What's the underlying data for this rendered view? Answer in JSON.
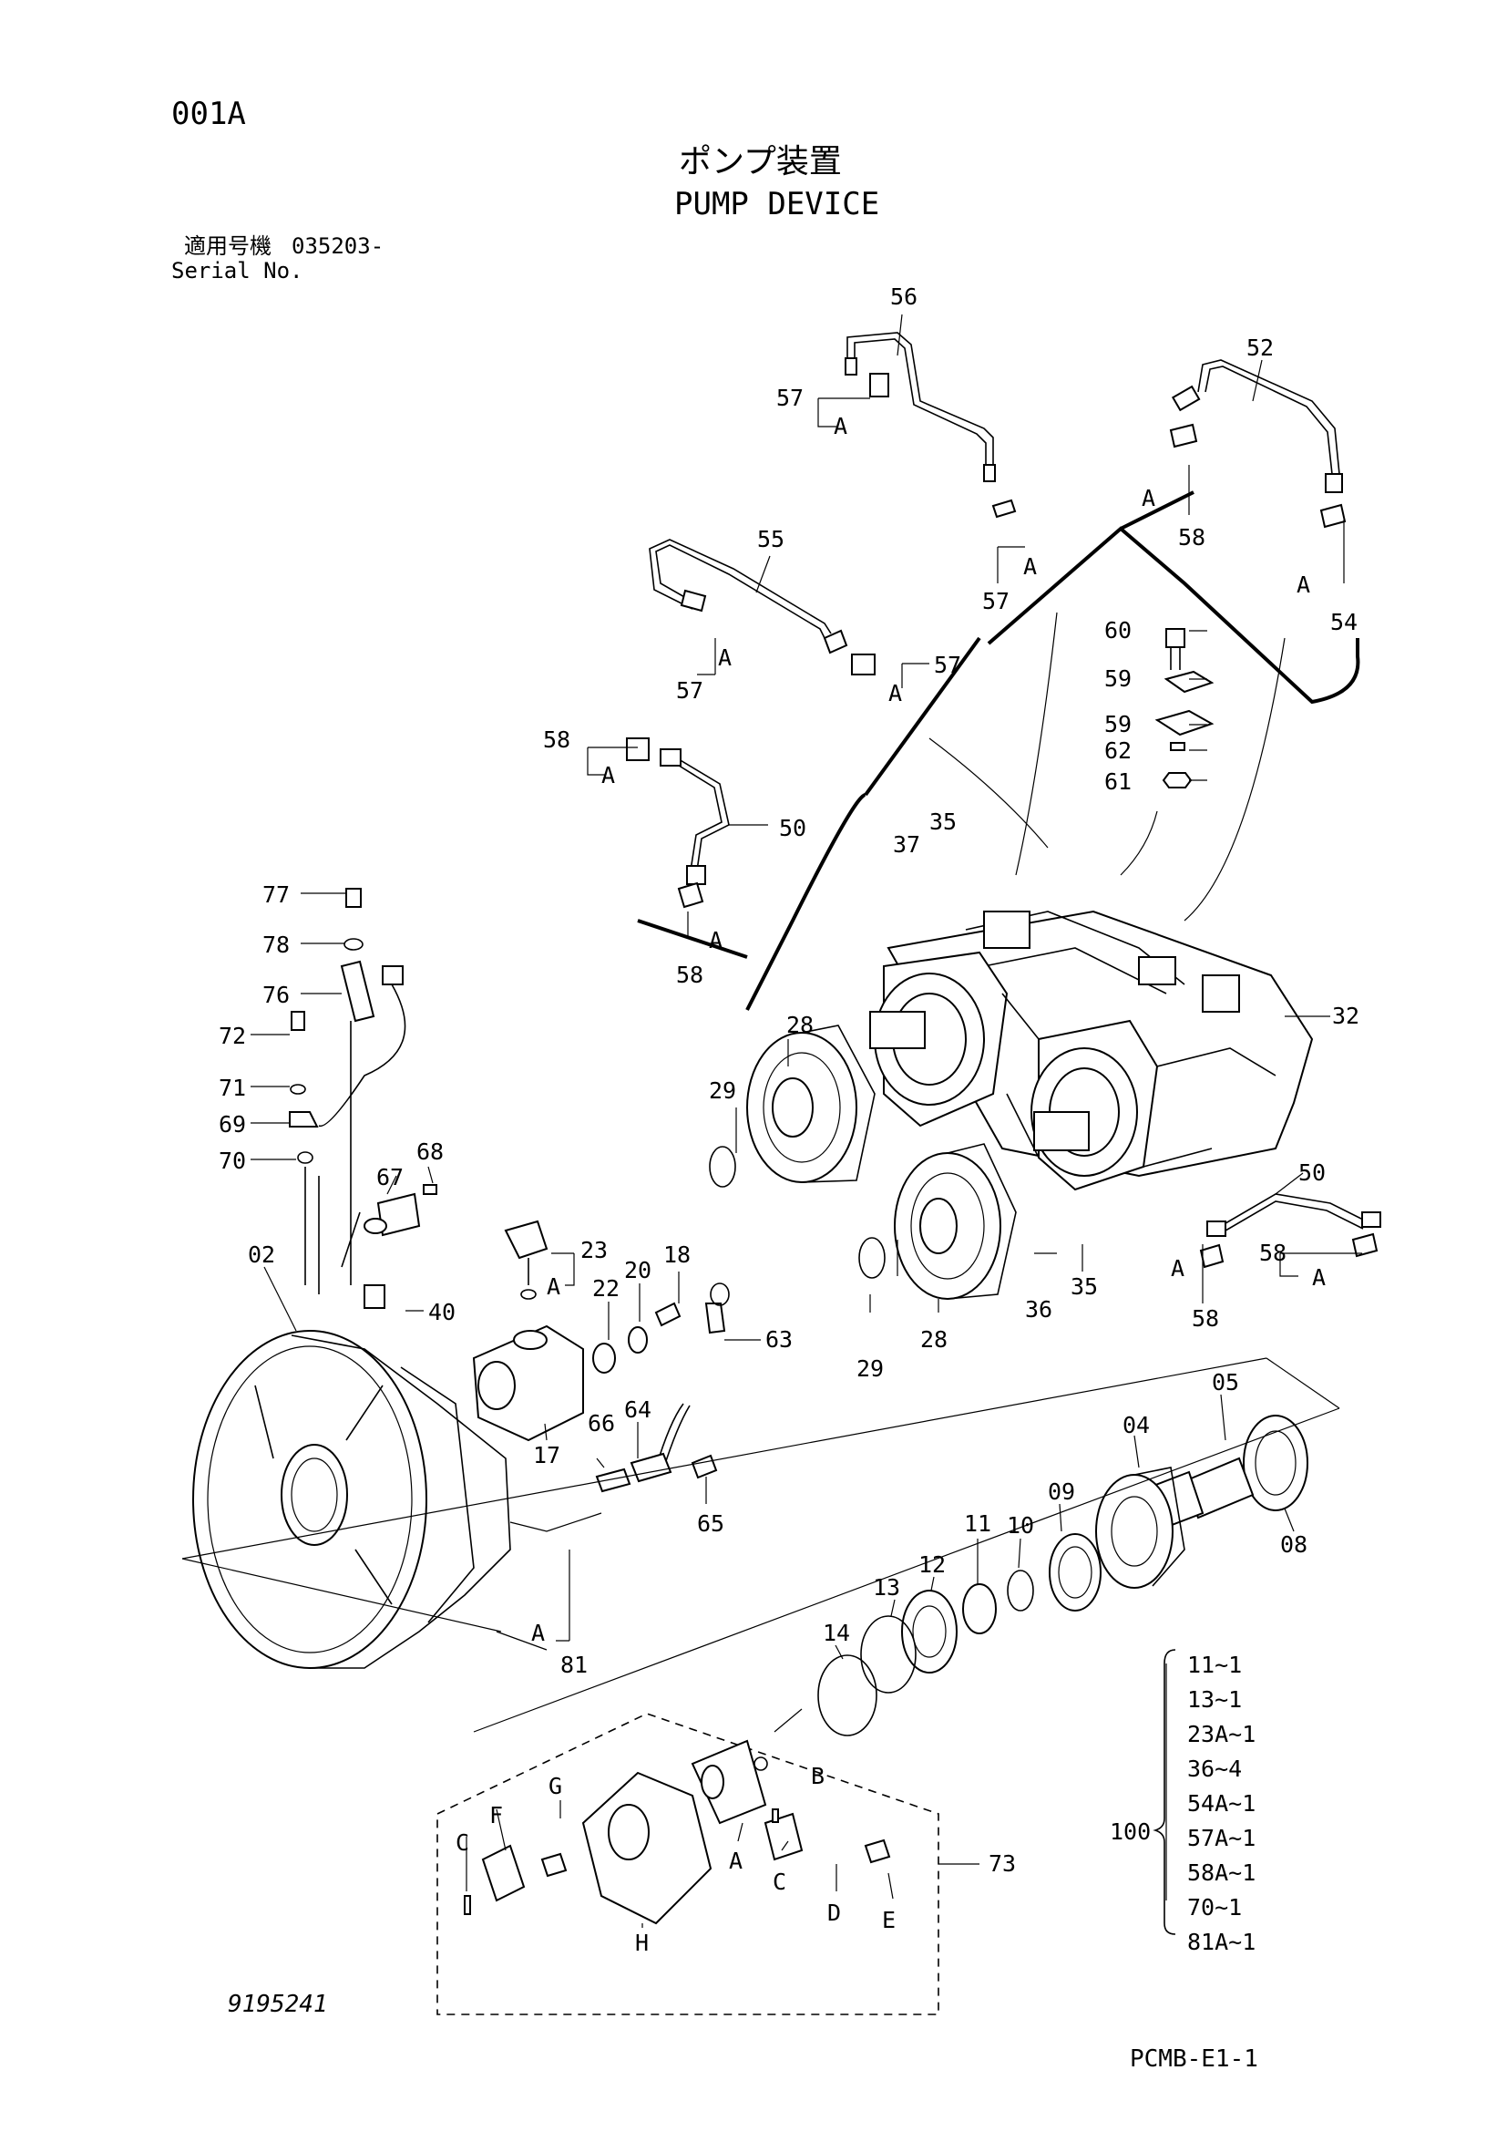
{
  "header": {
    "page_code": "001A",
    "title_jp": "ポンプ装置",
    "title_en": "PUMP DEVICE",
    "serial_label_jp": "適用号機",
    "serial_label_en": "Serial No.",
    "serial_value": "035203-"
  },
  "footer": {
    "drawing_number": "9195241",
    "page_ref": "PCMB-E1-1"
  },
  "callouts": {
    "n02": "02",
    "n04": "04",
    "n05": "05",
    "n08": "08",
    "n09": "09",
    "n10": "10",
    "n11": "11",
    "n12": "12",
    "n13": "13",
    "n14": "14",
    "n17": "17",
    "n18": "18",
    "n20": "20",
    "n22": "22",
    "n23": "23",
    "n28": "28",
    "n29": "29",
    "n32": "32",
    "n35": "35",
    "n36": "36",
    "n37": "37",
    "n40": "40",
    "n50": "50",
    "n52": "52",
    "n54": "54",
    "n55": "55",
    "n56": "56",
    "n57": "57",
    "n58": "58",
    "n59": "59",
    "n60": "60",
    "n61": "61",
    "n62": "62",
    "n63": "63",
    "n64": "64",
    "n65": "65",
    "n66": "66",
    "n67": "67",
    "n68": "68",
    "n69": "69",
    "n70": "70",
    "n71": "71",
    "n72": "72",
    "n73": "73",
    "n76": "76",
    "n77": "77",
    "n78": "78",
    "n81": "81",
    "n100": "100",
    "A": "A",
    "B": "B",
    "C": "C",
    "D": "D",
    "E": "E",
    "F": "F",
    "G": "G",
    "H": "H"
  },
  "kit_100": {
    "label": "100",
    "items": [
      "11~1",
      "13~1",
      "23A~1",
      "36~4",
      "54A~1",
      "57A~1",
      "58A~1",
      "70~1",
      "81A~1"
    ]
  }
}
